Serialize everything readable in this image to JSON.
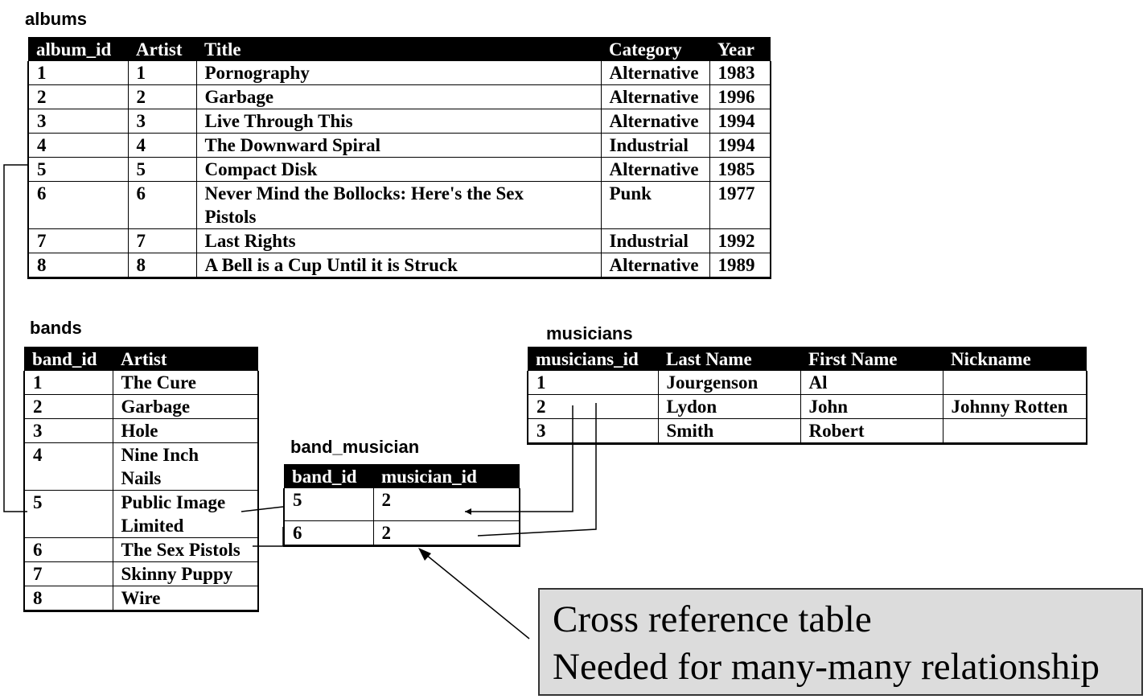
{
  "albums": {
    "caption": "albums",
    "columns": [
      "album_id",
      "Artist",
      "Title",
      "Category",
      "Year"
    ],
    "rows": [
      [
        "1",
        "1",
        "Pornography",
        "Alternative",
        "1983"
      ],
      [
        "2",
        "2",
        "Garbage",
        "Alternative",
        "1996"
      ],
      [
        "3",
        "3",
        "Live Through This",
        "Alternative",
        "1994"
      ],
      [
        "4",
        "4",
        "The Downward Spiral",
        "Industrial",
        "1994"
      ],
      [
        "5",
        "5",
        "Compact Disk",
        "Alternative",
        "1985"
      ],
      [
        "6",
        "6",
        "Never Mind the Bollocks: Here's the Sex Pistols",
        "Punk",
        "1977"
      ],
      [
        "7",
        "7",
        "Last Rights",
        "Industrial",
        "1992"
      ],
      [
        "8",
        "8",
        "A Bell is a Cup Until it is Struck",
        "Alternative",
        "1989"
      ]
    ]
  },
  "bands": {
    "caption": "bands",
    "columns": [
      "band_id",
      "Artist"
    ],
    "rows": [
      [
        "1",
        "The Cure"
      ],
      [
        "2",
        "Garbage"
      ],
      [
        "3",
        "Hole"
      ],
      [
        "4",
        "Nine Inch Nails"
      ],
      [
        "5",
        "Public Image Limited"
      ],
      [
        "6",
        "The Sex Pistols"
      ],
      [
        "7",
        "Skinny Puppy"
      ],
      [
        "8",
        "Wire"
      ]
    ]
  },
  "musicians": {
    "caption": "musicians",
    "columns": [
      "musicians_id",
      "Last Name",
      "First Name",
      "Nickname"
    ],
    "rows": [
      [
        "1",
        "Jourgenson",
        "Al",
        ""
      ],
      [
        "2",
        "Lydon",
        "John",
        "Johnny Rotten"
      ],
      [
        "3",
        "Smith",
        "Robert",
        ""
      ]
    ]
  },
  "band_musician": {
    "caption": "band_musician",
    "columns": [
      "band_id",
      "musician_id"
    ],
    "rows": [
      [
        "5",
        "2"
      ],
      [
        "6",
        "2"
      ]
    ]
  },
  "note": {
    "line1": "Cross reference table",
    "line2": "Needed for many-many relationship"
  }
}
